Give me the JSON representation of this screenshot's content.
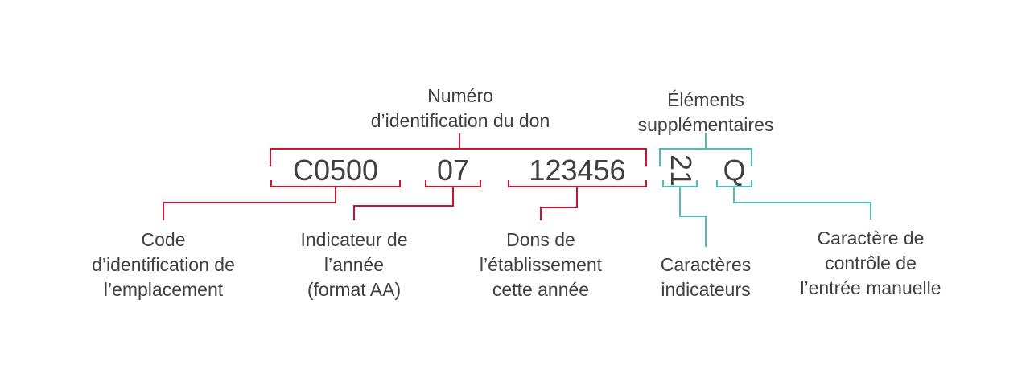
{
  "colors": {
    "primary": "#c9162e",
    "secondary": "#4fbdb9",
    "text": "#404040"
  },
  "groups": {
    "donation_number": [
      "Numéro",
      "d’identification du don"
    ],
    "supplementary": [
      "Éléments",
      "supplémentaires"
    ]
  },
  "code_segments": {
    "location": "C0500",
    "year": "07",
    "sequence": "123456",
    "flags": "21",
    "check": "Q"
  },
  "labels": {
    "location": [
      "Code",
      "d’identification de",
      "l’emplacement"
    ],
    "year": [
      "Indicateur de",
      "l’année",
      "(format AA)"
    ],
    "sequence": [
      "Dons de",
      "l’établissement",
      "cette année"
    ],
    "flags": [
      "Caractères",
      "indicateurs"
    ],
    "check": [
      "Caractère de",
      "contrôle de",
      "l’entrée manuelle"
    ]
  }
}
